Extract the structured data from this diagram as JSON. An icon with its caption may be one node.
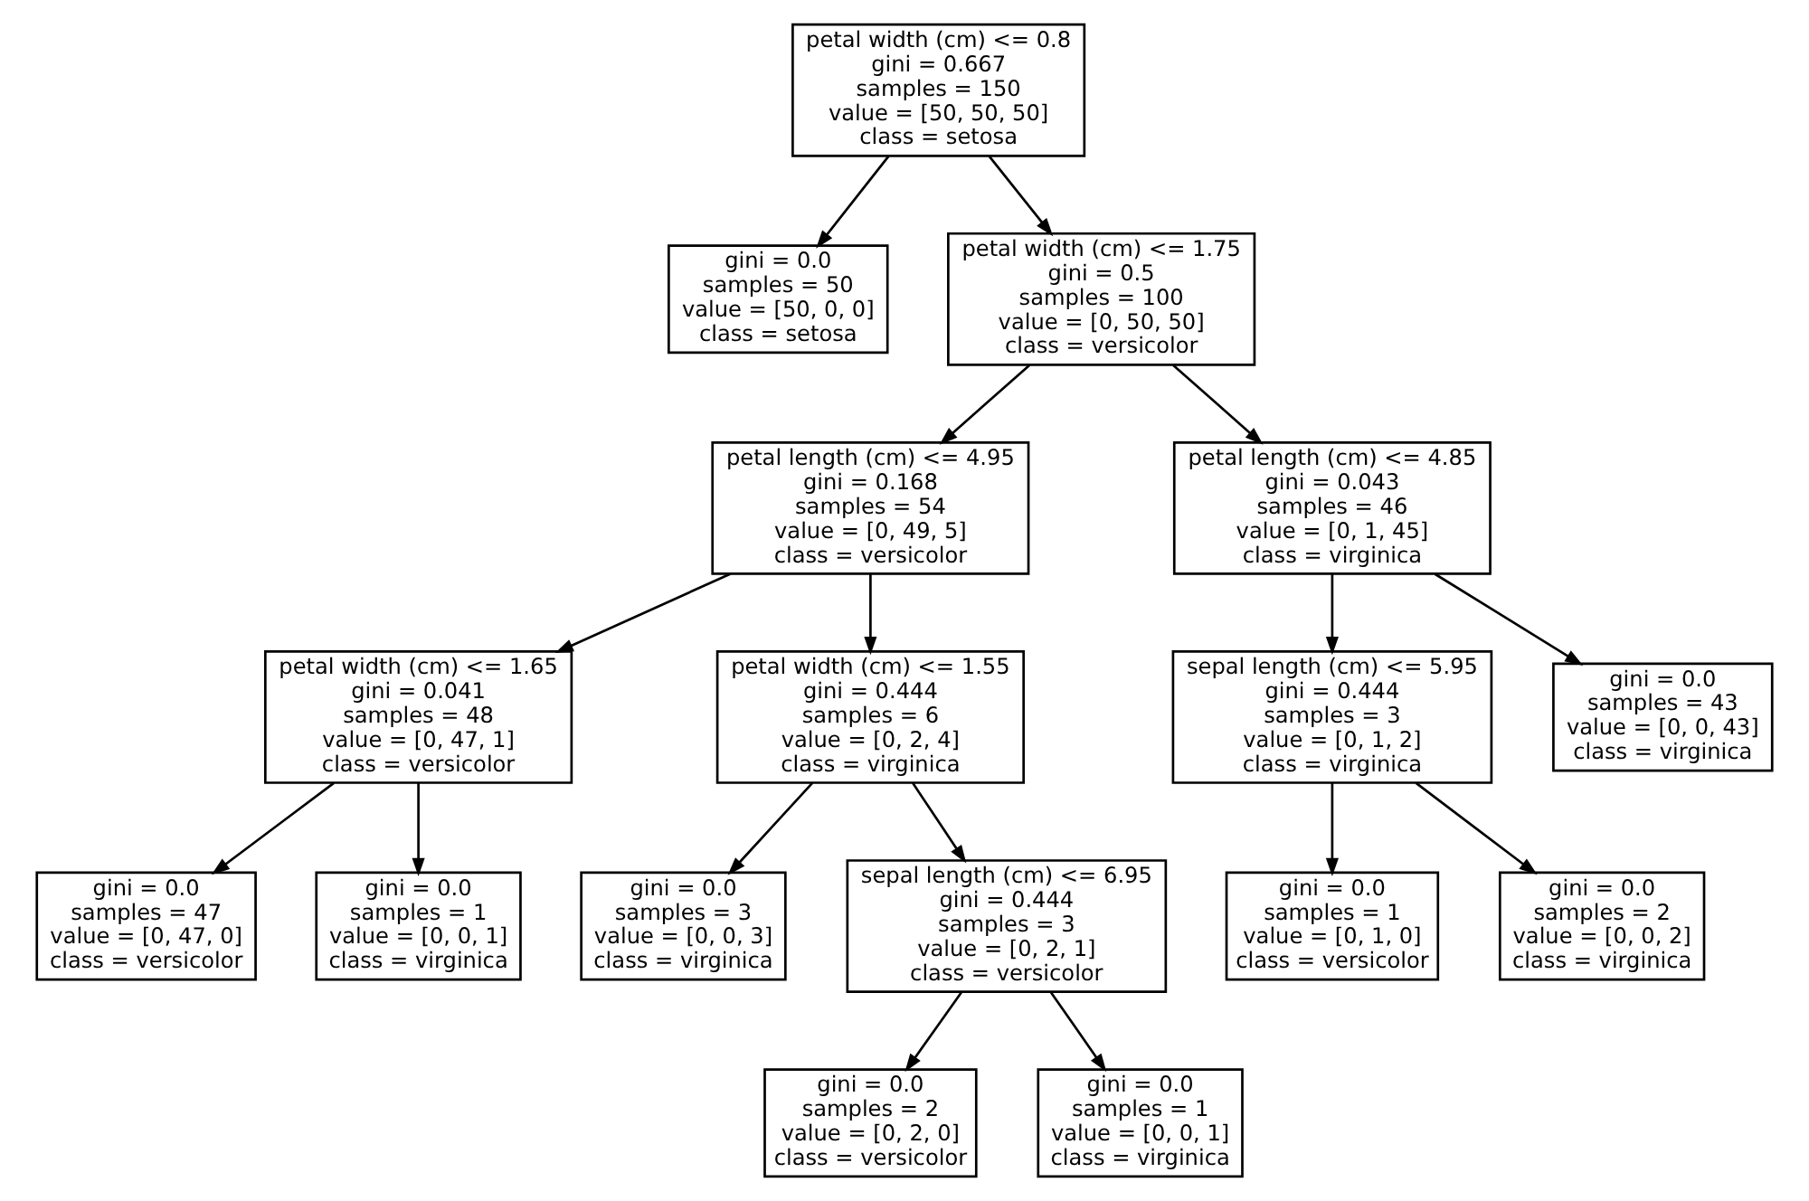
{
  "diagram": {
    "nodes": [
      {
        "text": [
          "petal width (cm) <= 0.8",
          "gini = 0.667",
          "samples = 150",
          "value = [50, 50, 50]",
          "class = setosa"
        ]
      },
      {
        "text": [
          "gini = 0.0",
          "samples = 50",
          "value = [50, 0, 0]",
          "class = setosa"
        ]
      },
      {
        "text": [
          "petal width (cm) <= 1.75",
          "gini = 0.5",
          "samples = 100",
          "value = [0, 50, 50]",
          "class = versicolor"
        ]
      },
      {
        "text": [
          "petal length (cm) <= 4.95",
          "gini = 0.168",
          "samples = 54",
          "value = [0, 49, 5]",
          "class = versicolor"
        ]
      },
      {
        "text": [
          "petal length (cm) <= 4.85",
          "gini = 0.043",
          "samples = 46",
          "value = [0, 1, 45]",
          "class = virginica"
        ]
      },
      {
        "text": [
          "petal width (cm) <= 1.65",
          "gini = 0.041",
          "samples = 48",
          "value = [0, 47, 1]",
          "class = versicolor"
        ]
      },
      {
        "text": [
          "petal width (cm) <= 1.55",
          "gini = 0.444",
          "samples = 6",
          "value = [0, 2, 4]",
          "class = virginica"
        ]
      },
      {
        "text": [
          "sepal length (cm) <= 5.95",
          "gini = 0.444",
          "samples = 3",
          "value = [0, 1, 2]",
          "class = virginica"
        ]
      },
      {
        "text": [
          "gini = 0.0",
          "samples = 43",
          "value = [0, 0, 43]",
          "class = virginica"
        ]
      },
      {
        "text": [
          "gini = 0.0",
          "samples = 47",
          "value = [0, 47, 0]",
          "class = versicolor"
        ]
      },
      {
        "text": [
          "gini = 0.0",
          "samples = 1",
          "value = [0, 0, 1]",
          "class = virginica"
        ]
      },
      {
        "text": [
          "gini = 0.0",
          "samples = 3",
          "value = [0, 0, 3]",
          "class = virginica"
        ]
      },
      {
        "text": [
          "sepal length (cm) <= 6.95",
          "gini = 0.444",
          "samples = 3",
          "value = [0, 2, 1]",
          "class = versicolor"
        ]
      },
      {
        "text": [
          "gini = 0.0",
          "samples = 1",
          "value = [0, 1, 0]",
          "class = versicolor"
        ]
      },
      {
        "text": [
          "gini = 0.0",
          "samples = 2",
          "value = [0, 0, 2]",
          "class = virginica"
        ]
      },
      {
        "text": [
          "gini = 0.0",
          "samples = 2",
          "value = [0, 2, 0]",
          "class = versicolor"
        ]
      },
      {
        "text": [
          "gini = 0.0",
          "samples = 1",
          "value = [0, 0, 1]",
          "class = virginica"
        ]
      }
    ],
    "edges": [
      {
        "from": 0,
        "to": 1,
        "arrow": "to"
      },
      {
        "from": 0,
        "to": 2,
        "arrow": "to"
      },
      {
        "from": 2,
        "to": 3,
        "arrow": "to"
      },
      {
        "from": 2,
        "to": 4,
        "arrow": "to"
      },
      {
        "from": 3,
        "to": 5,
        "arrow": "to"
      },
      {
        "from": 3,
        "to": 6,
        "arrow": "to"
      },
      {
        "from": 4,
        "to": 7,
        "arrow": "to"
      },
      {
        "from": 4,
        "to": 8,
        "arrow": "to"
      },
      {
        "from": 5,
        "to": 9,
        "arrow": "to"
      },
      {
        "from": 5,
        "to": 10,
        "arrow": "to"
      },
      {
        "from": 6,
        "to": 11,
        "arrow": "to"
      },
      {
        "from": 6,
        "to": 12,
        "arrow": "to"
      },
      {
        "from": 7,
        "to": 13,
        "arrow": "to"
      },
      {
        "from": 7,
        "to": 14,
        "arrow": "to"
      },
      {
        "from": 12,
        "to": 15,
        "arrow": "to"
      },
      {
        "from": 12,
        "to": 16,
        "arrow": "to"
      }
    ]
  }
}
